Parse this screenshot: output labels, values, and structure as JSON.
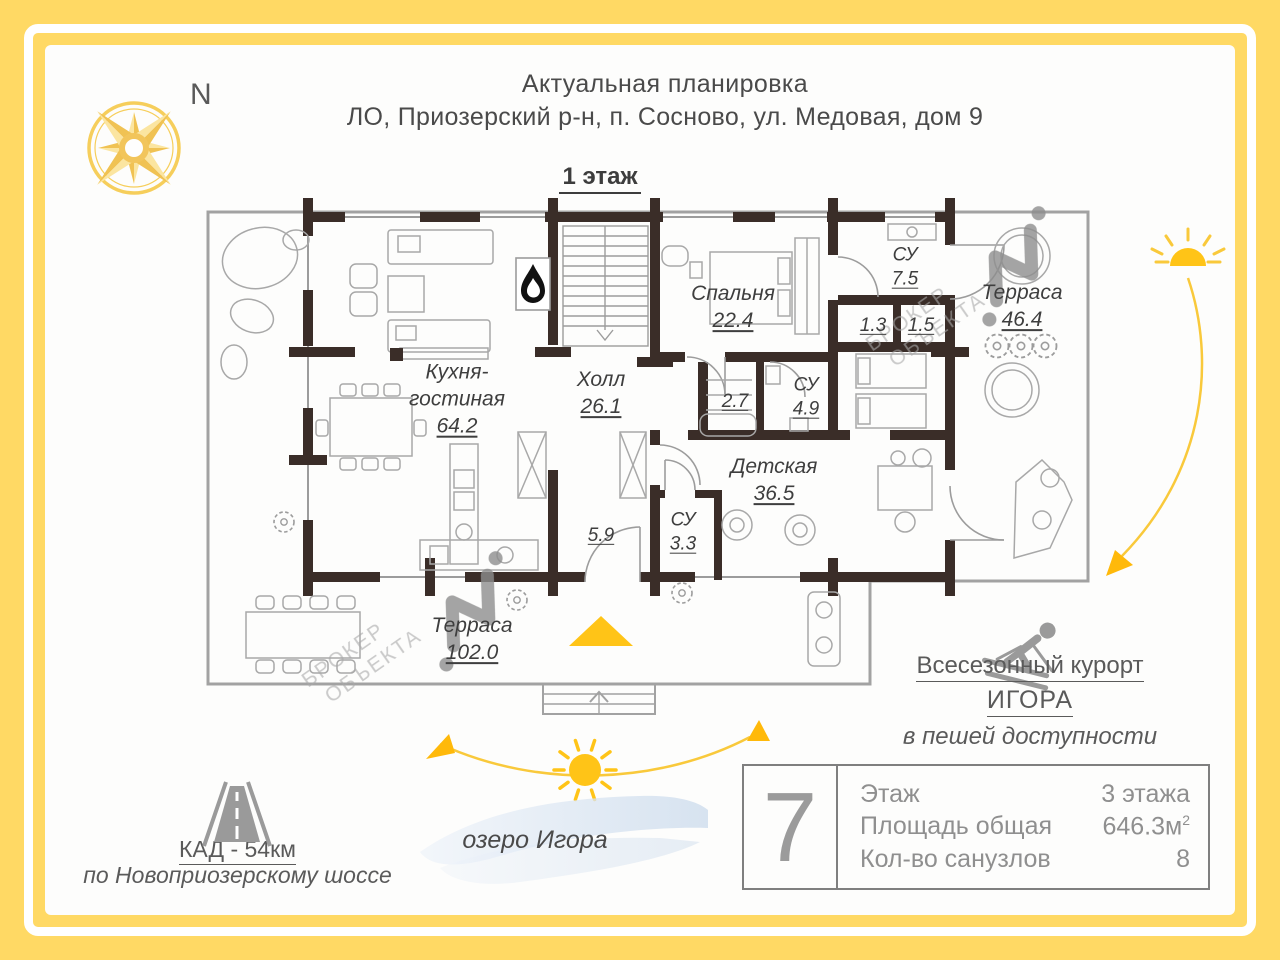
{
  "header": {
    "compass_label": "N",
    "title_line1": "Актуальная планировка",
    "title_line2": "ЛО, Приозерский р-н, п. Сосново, ул. Медовая, дом 9",
    "floor_label": "1 этаж"
  },
  "rooms": [
    {
      "name": "Кухня-",
      "name2": "гостиная",
      "area": "64.2"
    },
    {
      "name": "Холл",
      "area": "26.1"
    },
    {
      "name": "Спальня",
      "area": "22.4"
    },
    {
      "name": "СУ",
      "area": "7.5"
    },
    {
      "area": "1.3"
    },
    {
      "area": "1.5"
    },
    {
      "name": "Терраса",
      "area": "46.4"
    },
    {
      "area": "2.7"
    },
    {
      "name": "СУ",
      "area": "4.9"
    },
    {
      "name": "Детская",
      "area": "36.5"
    },
    {
      "area": "5.9"
    },
    {
      "name": "СУ",
      "area": "3.3"
    },
    {
      "name": "Терраса",
      "area": "102.0"
    }
  ],
  "watermark": {
    "line1": "БРОКЕР",
    "line2": "ОБЪЕКТА"
  },
  "landmarks": {
    "road_title": "КАД - 54км",
    "road_subtitle": "по Новоприозерскому шоссе",
    "lake_label": "озеро Игора",
    "resort_line1": "Всесезонный курорт",
    "resort_line2": "ИГОРА",
    "resort_line3": "в пешей доступности"
  },
  "info_box": {
    "big_number": "7",
    "rows": [
      {
        "label": "Этаж",
        "value": "3 этажа"
      },
      {
        "label": "Площадь общая",
        "value": "646.3м",
        "value_sup": "2"
      },
      {
        "label": "Кол-во санузлов",
        "value": "8"
      }
    ]
  },
  "colors": {
    "frame_yellow": "#FFD964",
    "accent_yellow": "#FFC417",
    "wall_brown": "#3A2D28",
    "line_gray": "#9C9C9C",
    "text_dark": "#3F3F3F",
    "text_gray": "#8F8F8F",
    "lake_blue": "#DCE7F2"
  }
}
